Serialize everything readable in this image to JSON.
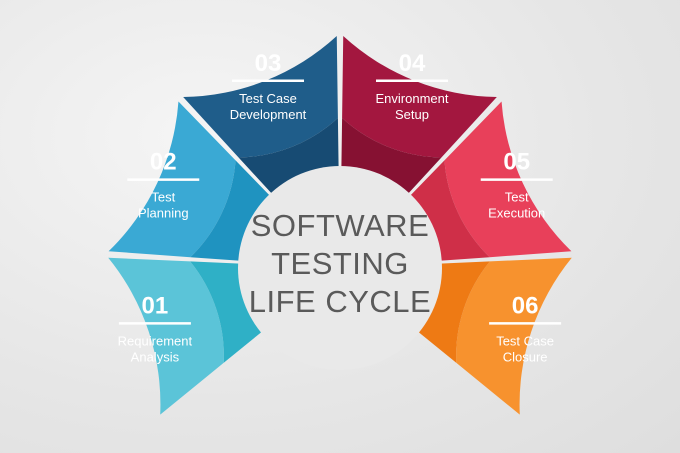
{
  "center": {
    "lines": [
      "SOFTWARE",
      "TESTING",
      "LIFE CYCLE"
    ]
  },
  "stages": [
    {
      "number": "01",
      "label_lines": [
        "Requirement",
        "Analysis"
      ],
      "color": "#5bc4d8",
      "inner_color": "#2fb0c6"
    },
    {
      "number": "02",
      "label_lines": [
        "Test",
        "Planning"
      ],
      "color": "#3aa9d4",
      "inner_color": "#1f93c0"
    },
    {
      "number": "03",
      "label_lines": [
        "Test Case",
        "Development"
      ],
      "color": "#1f5d8a",
      "inner_color": "#174b73"
    },
    {
      "number": "04",
      "label_lines": [
        "Environment",
        "Setup"
      ],
      "color": "#a3173f",
      "inner_color": "#861132"
    },
    {
      "number": "05",
      "label_lines": [
        "Test",
        "Execution"
      ],
      "color": "#e8405a",
      "inner_color": "#cf2f48"
    },
    {
      "number": "06",
      "label_lines": [
        "Test Case",
        "Closure"
      ],
      "color": "#f7922e",
      "inner_color": "#ee7a14"
    }
  ]
}
